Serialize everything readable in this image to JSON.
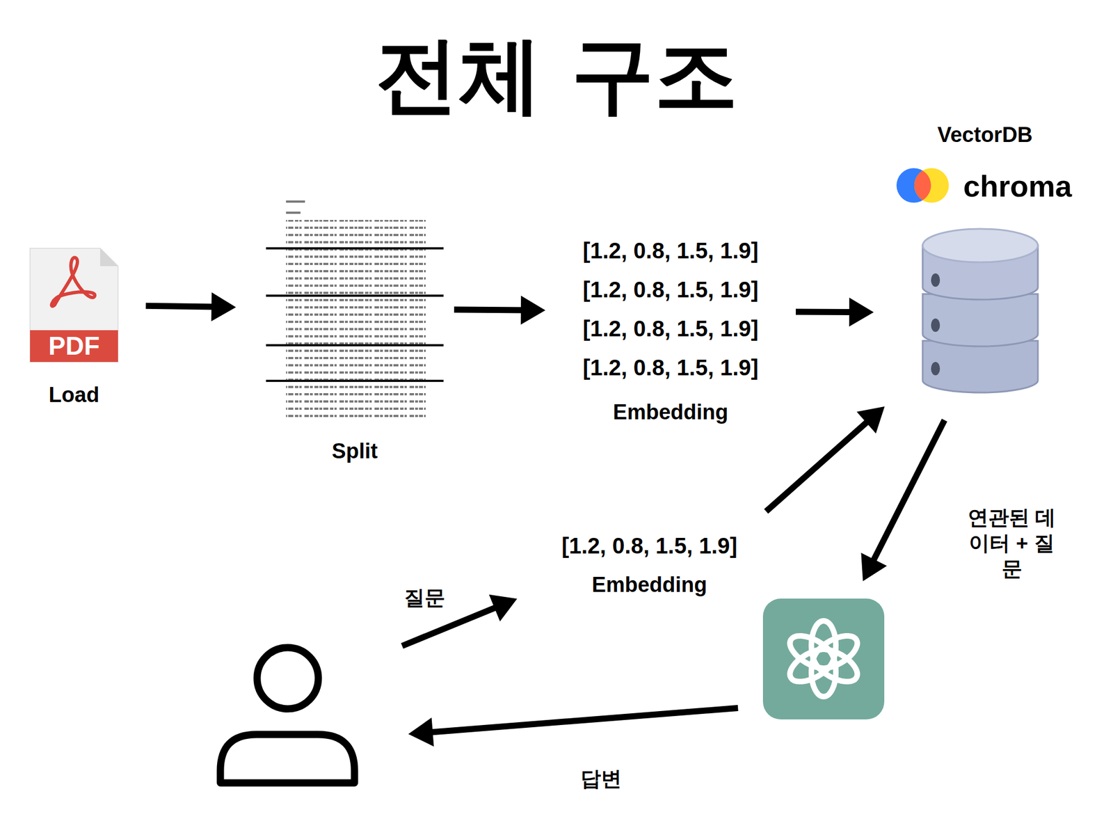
{
  "diagram": {
    "title": "전체 구조",
    "nodes": [
      {
        "text": [
          "PDF",
          "Load"
        ]
      },
      {
        "text": [
          "Split"
        ]
      },
      {
        "text": [
          "[1.2, 0.8, 1.5, 1.9]",
          "[1.2, 0.8, 1.5, 1.9]",
          "[1.2, 0.8, 1.5, 1.9]",
          "[1.2, 0.8, 1.5, 1.9]",
          "Embedding"
        ]
      },
      {
        "text": [
          "VectorDB",
          "chroma"
        ]
      },
      {
        "text": [
          "[1.2, 0.8, 1.5, 1.9]",
          "Embedding"
        ]
      },
      {
        "text": []
      },
      {
        "text": []
      }
    ],
    "edges": [
      {
        "from": 0,
        "to": 1,
        "arrow": "to"
      },
      {
        "from": 1,
        "to": 2,
        "arrow": "to"
      },
      {
        "from": 2,
        "to": 3,
        "arrow": "to"
      },
      {
        "from": 4,
        "to": 3,
        "arrow": "to"
      },
      {
        "from": 3,
        "to": 5,
        "arrow": "to",
        "label": "연관된 데이터 + 질문"
      },
      {
        "from": 6,
        "to": 4,
        "arrow": "to",
        "label": "질문"
      },
      {
        "from": 5,
        "to": 6,
        "arrow": "to",
        "label": "답변"
      }
    ]
  }
}
